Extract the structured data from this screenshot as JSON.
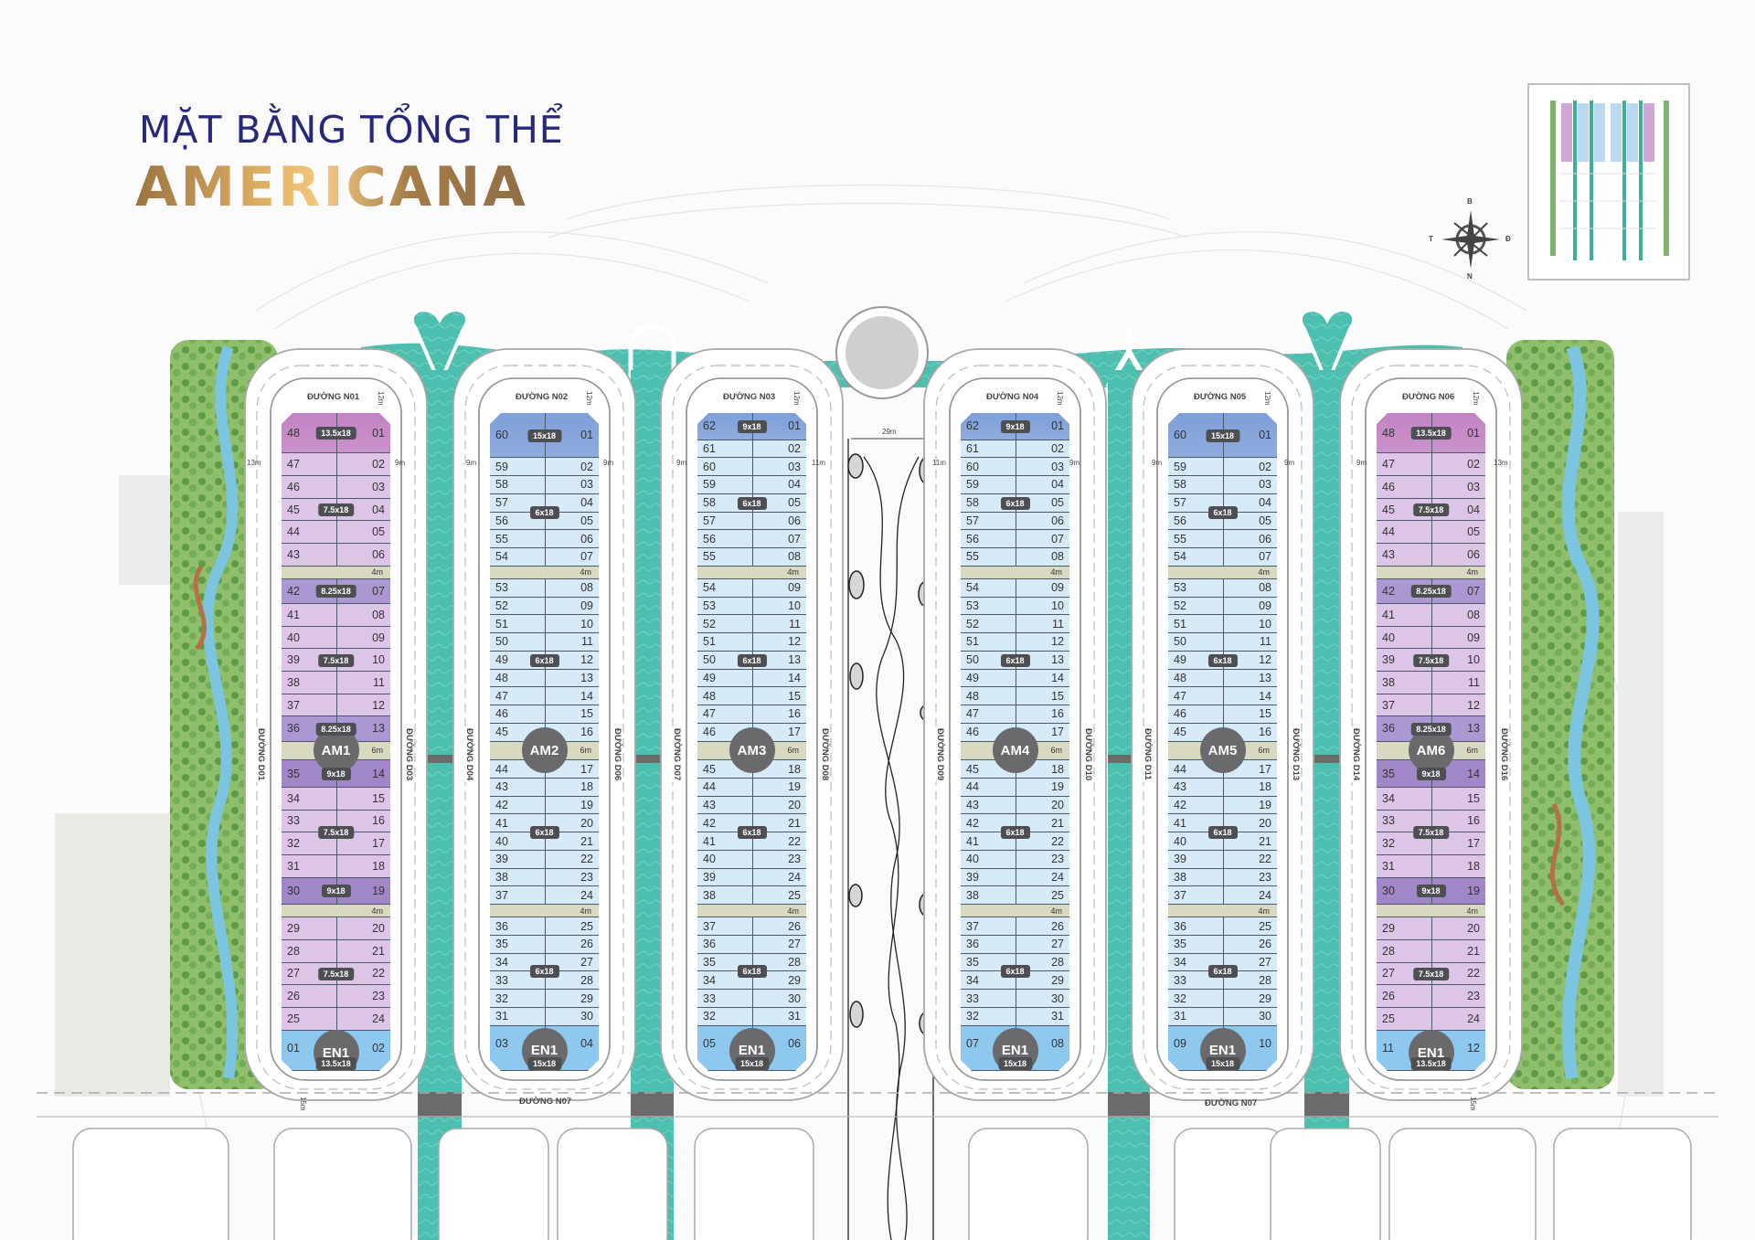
{
  "title": {
    "line1": "MẶT BẰNG TỔNG THỂ",
    "line2": "AMERICANA"
  },
  "compass": {
    "north": "B",
    "south": "N",
    "west": "T",
    "east": "Đ"
  },
  "colors": {
    "title_navy": "#27287a",
    "gold": "#c79a5a",
    "water": "#4dbfae",
    "purple": {
      "top": "#c283c4",
      "light": "#dcc5e6",
      "mid": "#ab98d3",
      "mid2": "#a287c8",
      "en": "#8ec8ef"
    },
    "blue": {
      "top": "#7e9fd8",
      "light": "#d7eaf8",
      "mid": "#d7eaf8",
      "mid2": "#d7eaf8",
      "en": "#8ec8ef"
    }
  },
  "roads": {
    "top": [
      "ĐƯỜNG N01",
      "ĐƯỜNG N02",
      "ĐƯỜNG N03",
      "ĐƯỜNG N04",
      "ĐƯỜNG N05",
      "ĐƯỜNG N06"
    ],
    "sides": [
      "ĐƯỜNG D01",
      "ĐƯỜNG D03",
      "ĐƯỜNG D04",
      "ĐƯỜNG D06",
      "ĐƯỜNG D07",
      "ĐƯỜNG D08",
      "ĐƯỜNG D09",
      "ĐƯỜNG D10",
      "ĐƯỜNG D11",
      "ĐƯỜNG D13",
      "ĐƯỜNG D14",
      "ĐƯỜNG D16"
    ],
    "bottom": [
      "ĐƯỜNG N07",
      "ĐƯỜNG N07"
    ]
  },
  "dimensions": {
    "top_setback": [
      "12m",
      "12m",
      "12m",
      "12m",
      "12m",
      "12m"
    ],
    "side": [
      "13m",
      "9m",
      "9m",
      "9m",
      "9m",
      "11m",
      "11m",
      "9m",
      "9m",
      "9m",
      "9m",
      "13m"
    ],
    "park_width": "29m",
    "bottom": [
      "15m",
      "15m"
    ]
  },
  "blocks": [
    {
      "name": "AM1",
      "palette": "purple",
      "segments": [
        {
          "size": "13.5x18",
          "tone": "top",
          "rows": [
            [
              "48",
              "01"
            ]
          ]
        },
        {
          "size": "7.5x18",
          "tone": "light",
          "rows": [
            [
              "47",
              "02"
            ],
            [
              "46",
              "03"
            ],
            [
              "45",
              "04"
            ],
            [
              "44",
              "05"
            ],
            [
              "43",
              "06"
            ]
          ]
        },
        {
          "gap": "4m"
        },
        {
          "size": "8.25x18",
          "tone": "mid",
          "rows": [
            [
              "42",
              "07"
            ]
          ]
        },
        {
          "size": "7.5x18",
          "tone": "light",
          "rows": [
            [
              "41",
              "08"
            ],
            [
              "40",
              "09"
            ],
            [
              "39",
              "10"
            ],
            [
              "38",
              "11"
            ],
            [
              "37",
              "12"
            ]
          ]
        },
        {
          "size": "8.25x18",
          "tone": "mid",
          "rows": [
            [
              "36",
              "13"
            ]
          ]
        },
        {
          "gap": "6m",
          "block_label": true
        },
        {
          "size": "9x18",
          "tone": "mid2",
          "rows": [
            [
              "35",
              "14"
            ]
          ]
        },
        {
          "size": "7.5x18",
          "tone": "light",
          "rows": [
            [
              "34",
              "15"
            ],
            [
              "33",
              "16"
            ],
            [
              "32",
              "17"
            ],
            [
              "31",
              "18"
            ]
          ]
        },
        {
          "size": "9x18",
          "tone": "mid2",
          "rows": [
            [
              "30",
              "19"
            ]
          ]
        },
        {
          "gap": "4m"
        },
        {
          "size": "7.5x18",
          "tone": "light",
          "rows": [
            [
              "29",
              "20"
            ],
            [
              "28",
              "21"
            ],
            [
              "27",
              "22"
            ],
            [
              "26",
              "23"
            ],
            [
              "25",
              "24"
            ]
          ]
        },
        {
          "size": "13.5x18",
          "tone": "en",
          "en": "EN1",
          "rows": [
            [
              "01",
              "02"
            ]
          ]
        }
      ]
    },
    {
      "name": "AM2",
      "palette": "blue",
      "segments": [
        {
          "size": "15x18",
          "tone": "top",
          "rows": [
            [
              "60",
              "01"
            ]
          ]
        },
        {
          "size": "6x18",
          "tone": "light",
          "rows": [
            [
              "59",
              "02"
            ],
            [
              "58",
              "03"
            ],
            [
              "57",
              "04"
            ],
            [
              "56",
              "05"
            ],
            [
              "55",
              "06"
            ],
            [
              "54",
              "07"
            ]
          ]
        },
        {
          "gap": "4m"
        },
        {
          "size": "6x18",
          "tone": "light",
          "rows": [
            [
              "53",
              "08"
            ],
            [
              "52",
              "09"
            ],
            [
              "51",
              "10"
            ],
            [
              "50",
              "11"
            ],
            [
              "49",
              "12"
            ],
            [
              "48",
              "13"
            ],
            [
              "47",
              "14"
            ],
            [
              "46",
              "15"
            ],
            [
              "45",
              "16"
            ]
          ]
        },
        {
          "gap": "6m",
          "block_label": true
        },
        {
          "size": "6x18",
          "tone": "light",
          "rows": [
            [
              "44",
              "17"
            ],
            [
              "43",
              "18"
            ],
            [
              "42",
              "19"
            ],
            [
              "41",
              "20"
            ],
            [
              "40",
              "21"
            ],
            [
              "39",
              "22"
            ],
            [
              "38",
              "23"
            ],
            [
              "37",
              "24"
            ]
          ]
        },
        {
          "gap": "4m"
        },
        {
          "size": "6x18",
          "tone": "light",
          "rows": [
            [
              "36",
              "25"
            ],
            [
              "35",
              "26"
            ],
            [
              "34",
              "27"
            ],
            [
              "33",
              "28"
            ],
            [
              "32",
              "29"
            ],
            [
              "31",
              "30"
            ]
          ]
        },
        {
          "size": "15x18",
          "tone": "en",
          "en": "EN1",
          "rows": [
            [
              "03",
              "04"
            ]
          ]
        }
      ]
    },
    {
      "name": "AM3",
      "palette": "blue",
      "segments": [
        {
          "size": "9x18",
          "tone": "top",
          "rows": [
            [
              "62",
              "01"
            ]
          ]
        },
        {
          "size": "6x18",
          "tone": "light",
          "rows": [
            [
              "61",
              "02"
            ],
            [
              "60",
              "03"
            ],
            [
              "59",
              "04"
            ],
            [
              "58",
              "05"
            ],
            [
              "57",
              "06"
            ],
            [
              "56",
              "07"
            ],
            [
              "55",
              "08"
            ]
          ]
        },
        {
          "gap": "4m"
        },
        {
          "size": "6x18",
          "tone": "light",
          "rows": [
            [
              "54",
              "09"
            ],
            [
              "53",
              "10"
            ],
            [
              "52",
              "11"
            ],
            [
              "51",
              "12"
            ],
            [
              "50",
              "13"
            ],
            [
              "49",
              "14"
            ],
            [
              "48",
              "15"
            ],
            [
              "47",
              "16"
            ],
            [
              "46",
              "17"
            ]
          ]
        },
        {
          "gap": "6m",
          "block_label": true
        },
        {
          "size": "6x18",
          "tone": "light",
          "rows": [
            [
              "45",
              "18"
            ],
            [
              "44",
              "19"
            ],
            [
              "43",
              "20"
            ],
            [
              "42",
              "21"
            ],
            [
              "41",
              "22"
            ],
            [
              "40",
              "23"
            ],
            [
              "39",
              "24"
            ],
            [
              "38",
              "25"
            ]
          ]
        },
        {
          "gap": "4m"
        },
        {
          "size": "6x18",
          "tone": "light",
          "rows": [
            [
              "37",
              "26"
            ],
            [
              "36",
              "27"
            ],
            [
              "35",
              "28"
            ],
            [
              "34",
              "29"
            ],
            [
              "33",
              "30"
            ],
            [
              "32",
              "31"
            ]
          ]
        },
        {
          "size": "15x18",
          "tone": "en",
          "en": "EN1",
          "rows": [
            [
              "05",
              "06"
            ]
          ]
        }
      ]
    },
    {
      "name": "AM4",
      "palette": "blue",
      "segments": [
        {
          "size": "9x18",
          "tone": "top",
          "rows": [
            [
              "62",
              "01"
            ]
          ]
        },
        {
          "size": "6x18",
          "tone": "light",
          "rows": [
            [
              "61",
              "02"
            ],
            [
              "60",
              "03"
            ],
            [
              "59",
              "04"
            ],
            [
              "58",
              "05"
            ],
            [
              "57",
              "06"
            ],
            [
              "56",
              "07"
            ],
            [
              "55",
              "08"
            ]
          ]
        },
        {
          "gap": "4m"
        },
        {
          "size": "6x18",
          "tone": "light",
          "rows": [
            [
              "54",
              "09"
            ],
            [
              "53",
              "10"
            ],
            [
              "52",
              "11"
            ],
            [
              "51",
              "12"
            ],
            [
              "50",
              "13"
            ],
            [
              "49",
              "14"
            ],
            [
              "48",
              "15"
            ],
            [
              "47",
              "16"
            ],
            [
              "46",
              "17"
            ]
          ]
        },
        {
          "gap": "6m",
          "block_label": true
        },
        {
          "size": "6x18",
          "tone": "light",
          "rows": [
            [
              "45",
              "18"
            ],
            [
              "44",
              "19"
            ],
            [
              "43",
              "20"
            ],
            [
              "42",
              "21"
            ],
            [
              "41",
              "22"
            ],
            [
              "40",
              "23"
            ],
            [
              "39",
              "24"
            ],
            [
              "38",
              "25"
            ]
          ]
        },
        {
          "gap": "4m"
        },
        {
          "size": "6x18",
          "tone": "light",
          "rows": [
            [
              "37",
              "26"
            ],
            [
              "36",
              "27"
            ],
            [
              "35",
              "28"
            ],
            [
              "34",
              "29"
            ],
            [
              "33",
              "30"
            ],
            [
              "32",
              "31"
            ]
          ]
        },
        {
          "size": "15x18",
          "tone": "en",
          "en": "EN1",
          "rows": [
            [
              "07",
              "08"
            ]
          ]
        }
      ]
    },
    {
      "name": "AM5",
      "palette": "blue",
      "segments": [
        {
          "size": "15x18",
          "tone": "top",
          "rows": [
            [
              "60",
              "01"
            ]
          ]
        },
        {
          "size": "6x18",
          "tone": "light",
          "rows": [
            [
              "59",
              "02"
            ],
            [
              "58",
              "03"
            ],
            [
              "57",
              "04"
            ],
            [
              "56",
              "05"
            ],
            [
              "55",
              "06"
            ],
            [
              "54",
              "07"
            ]
          ]
        },
        {
          "gap": "4m"
        },
        {
          "size": "6x18",
          "tone": "light",
          "rows": [
            [
              "53",
              "08"
            ],
            [
              "52",
              "09"
            ],
            [
              "51",
              "10"
            ],
            [
              "50",
              "11"
            ],
            [
              "49",
              "12"
            ],
            [
              "48",
              "13"
            ],
            [
              "47",
              "14"
            ],
            [
              "46",
              "15"
            ],
            [
              "45",
              "16"
            ]
          ]
        },
        {
          "gap": "6m",
          "block_label": true
        },
        {
          "size": "6x18",
          "tone": "light",
          "rows": [
            [
              "44",
              "17"
            ],
            [
              "43",
              "18"
            ],
            [
              "42",
              "19"
            ],
            [
              "41",
              "20"
            ],
            [
              "40",
              "21"
            ],
            [
              "39",
              "22"
            ],
            [
              "38",
              "23"
            ],
            [
              "37",
              "24"
            ]
          ]
        },
        {
          "gap": "4m"
        },
        {
          "size": "6x18",
          "tone": "light",
          "rows": [
            [
              "36",
              "25"
            ],
            [
              "35",
              "26"
            ],
            [
              "34",
              "27"
            ],
            [
              "33",
              "28"
            ],
            [
              "32",
              "29"
            ],
            [
              "31",
              "30"
            ]
          ]
        },
        {
          "size": "15x18",
          "tone": "en",
          "en": "EN1",
          "rows": [
            [
              "09",
              "10"
            ]
          ]
        }
      ]
    },
    {
      "name": "AM6",
      "palette": "purple",
      "segments": [
        {
          "size": "13.5x18",
          "tone": "top",
          "rows": [
            [
              "48",
              "01"
            ]
          ]
        },
        {
          "size": "7.5x18",
          "tone": "light",
          "rows": [
            [
              "47",
              "02"
            ],
            [
              "46",
              "03"
            ],
            [
              "45",
              "04"
            ],
            [
              "44",
              "05"
            ],
            [
              "43",
              "06"
            ]
          ]
        },
        {
          "gap": "4m"
        },
        {
          "size": "8.25x18",
          "tone": "mid",
          "rows": [
            [
              "42",
              "07"
            ]
          ]
        },
        {
          "size": "7.5x18",
          "tone": "light",
          "rows": [
            [
              "41",
              "08"
            ],
            [
              "40",
              "09"
            ],
            [
              "39",
              "10"
            ],
            [
              "38",
              "11"
            ],
            [
              "37",
              "12"
            ]
          ]
        },
        {
          "size": "8.25x18",
          "tone": "mid",
          "rows": [
            [
              "36",
              "13"
            ]
          ]
        },
        {
          "gap": "6m",
          "block_label": true
        },
        {
          "size": "9x18",
          "tone": "mid2",
          "rows": [
            [
              "35",
              "14"
            ]
          ]
        },
        {
          "size": "7.5x18",
          "tone": "light",
          "rows": [
            [
              "34",
              "15"
            ],
            [
              "33",
              "16"
            ],
            [
              "32",
              "17"
            ],
            [
              "31",
              "18"
            ]
          ]
        },
        {
          "size": "9x18",
          "tone": "mid2",
          "rows": [
            [
              "30",
              "19"
            ]
          ]
        },
        {
          "gap": "4m"
        },
        {
          "size": "7.5x18",
          "tone": "light",
          "rows": [
            [
              "29",
              "20"
            ],
            [
              "28",
              "21"
            ],
            [
              "27",
              "22"
            ],
            [
              "26",
              "23"
            ],
            [
              "25",
              "24"
            ]
          ]
        },
        {
          "size": "13.5x18",
          "tone": "en",
          "en": "EN1",
          "rows": [
            [
              "11",
              "12"
            ]
          ]
        }
      ]
    }
  ]
}
